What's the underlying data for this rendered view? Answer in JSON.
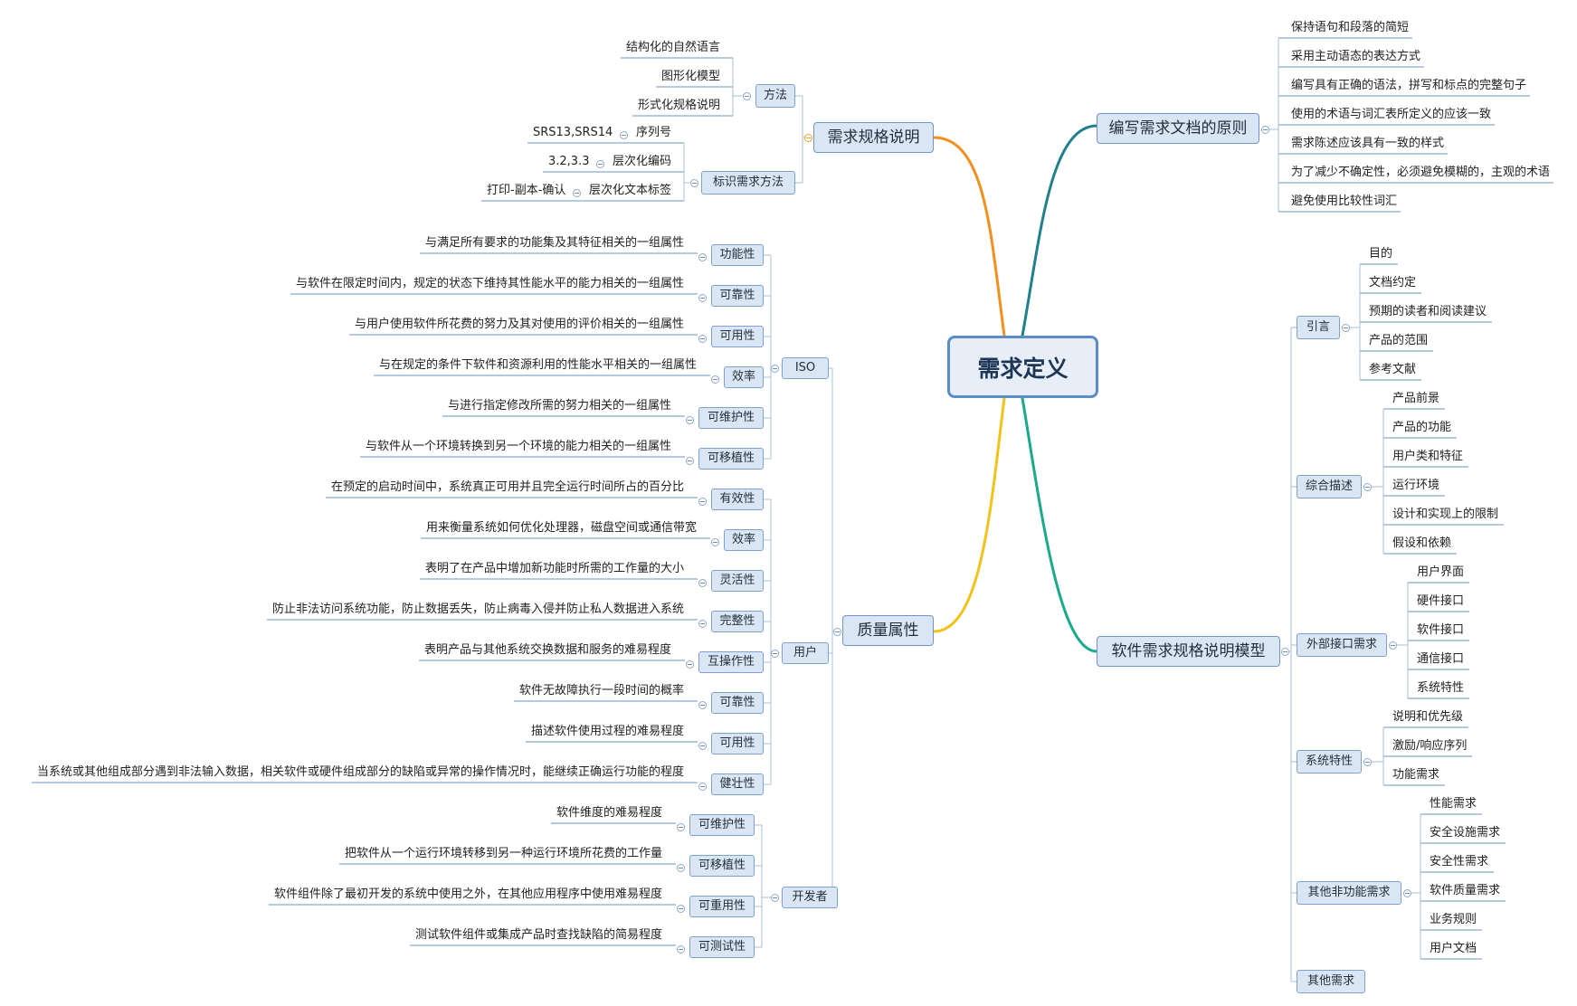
{
  "root": "需求定义",
  "branches": {
    "principles": {
      "label": "编写需求文档的原则",
      "items": [
        "保持语句和段落的简短",
        "采用主动语态的表达方式",
        "编写具有正确的语法，拼写和标点的完整句子",
        "使用的术语与词汇表所定义的应该一致",
        "需求陈述应该具有一致的样式",
        "为了减少不确定性，必须避免模糊的，主观的术语",
        "避免使用比较性词汇"
      ]
    },
    "srs_model": {
      "label": "软件需求规格说明模型",
      "groups": [
        {
          "label": "引言",
          "items": [
            "目的",
            "文档约定",
            "预期的读者和阅读建议",
            "产品的范围",
            "参考文献"
          ]
        },
        {
          "label": "综合描述",
          "items": [
            "产品前景",
            "产品的功能",
            "用户类和特征",
            "运行环境",
            "设计和实现上的限制",
            "假设和依赖"
          ]
        },
        {
          "label": "外部接口需求",
          "items": [
            "用户界面",
            "硬件接口",
            "软件接口",
            "通信接口",
            "系统特性"
          ]
        },
        {
          "label": "系统特性",
          "items": [
            "说明和优先级",
            "激励/响应序列",
            "功能需求"
          ]
        },
        {
          "label": "其他非功能需求",
          "items": [
            "性能需求",
            "安全设施需求",
            "安全性需求",
            "软件质量需求",
            "业务规则",
            "用户文档"
          ]
        },
        {
          "label": "其他需求",
          "items": []
        }
      ]
    },
    "spec": {
      "label": "需求规格说明",
      "groups": [
        {
          "label": "方法",
          "items": [
            "结构化的自然语言",
            "图形化模型",
            "形式化规格说明"
          ]
        },
        {
          "label": "标识需求方法",
          "subgroups": [
            {
              "label": "序列号",
              "value": "SRS13,SRS14"
            },
            {
              "label": "层次化编码",
              "value": "3.2,3.3"
            },
            {
              "label": "层次化文本标签",
              "value": "打印-副本-确认"
            }
          ]
        }
      ]
    },
    "quality": {
      "label": "质量属性",
      "groups": [
        {
          "label": "ISO",
          "attrs": [
            {
              "label": "功能性",
              "desc": "与满足所有要求的功能集及其特征相关的一组属性"
            },
            {
              "label": "可靠性",
              "desc": "与软件在限定时间内，规定的状态下维持其性能水平的能力相关的一组属性"
            },
            {
              "label": "可用性",
              "desc": "与用户使用软件所花费的努力及其对使用的评价相关的一组属性"
            },
            {
              "label": "效率",
              "desc": "与在规定的条件下软件和资源利用的性能水平相关的一组属性"
            },
            {
              "label": "可维护性",
              "desc": "与进行指定修改所需的努力相关的一组属性"
            },
            {
              "label": "可移植性",
              "desc": "与软件从一个环境转换到另一个环境的能力相关的一组属性"
            }
          ]
        },
        {
          "label": "用户",
          "attrs": [
            {
              "label": "有效性",
              "desc": "在预定的启动时间中，系统真正可用并且完全运行时间所占的百分比"
            },
            {
              "label": "效率",
              "desc": "用来衡量系统如何优化处理器，磁盘空间或通信带宽"
            },
            {
              "label": "灵活性",
              "desc": "表明了在产品中增加新功能时所需的工作量的大小"
            },
            {
              "label": "完整性",
              "desc": "防止非法访问系统功能，防止数据丢失，防止病毒入侵并防止私人数据进入系统"
            },
            {
              "label": "互操作性",
              "desc": "表明产品与其他系统交换数据和服务的难易程度"
            },
            {
              "label": "可靠性",
              "desc": "软件无故障执行一段时间的概率"
            },
            {
              "label": "可用性",
              "desc": "描述软件使用过程的难易程度"
            },
            {
              "label": "健壮性",
              "desc": "当系统或其他组成部分遇到非法输入数据，相关软件或硬件组成部分的缺陷或异常的操作情况时，能继续正确运行功能的程度"
            }
          ]
        },
        {
          "label": "开发者",
          "attrs": [
            {
              "label": "可维护性",
              "desc": "软件维度的难易程度"
            },
            {
              "label": "可移植性",
              "desc": "把软件从一个运行环境转移到另一种运行环境所花费的工作量"
            },
            {
              "label": "可重用性",
              "desc": "软件组件除了最初开发的系统中使用之外，在其他应用程序中使用难易程度"
            },
            {
              "label": "可测试性",
              "desc": "测试软件组件或集成产品时查找缺陷的简易程度"
            }
          ]
        }
      ]
    }
  },
  "colors": {
    "principles": "#1f7f8c",
    "srs_model": "#1aa98a",
    "spec": "#f2901e",
    "quality": "#f3c21a",
    "minor_line": "#a9bfd8",
    "underline": "#6d93c7"
  }
}
